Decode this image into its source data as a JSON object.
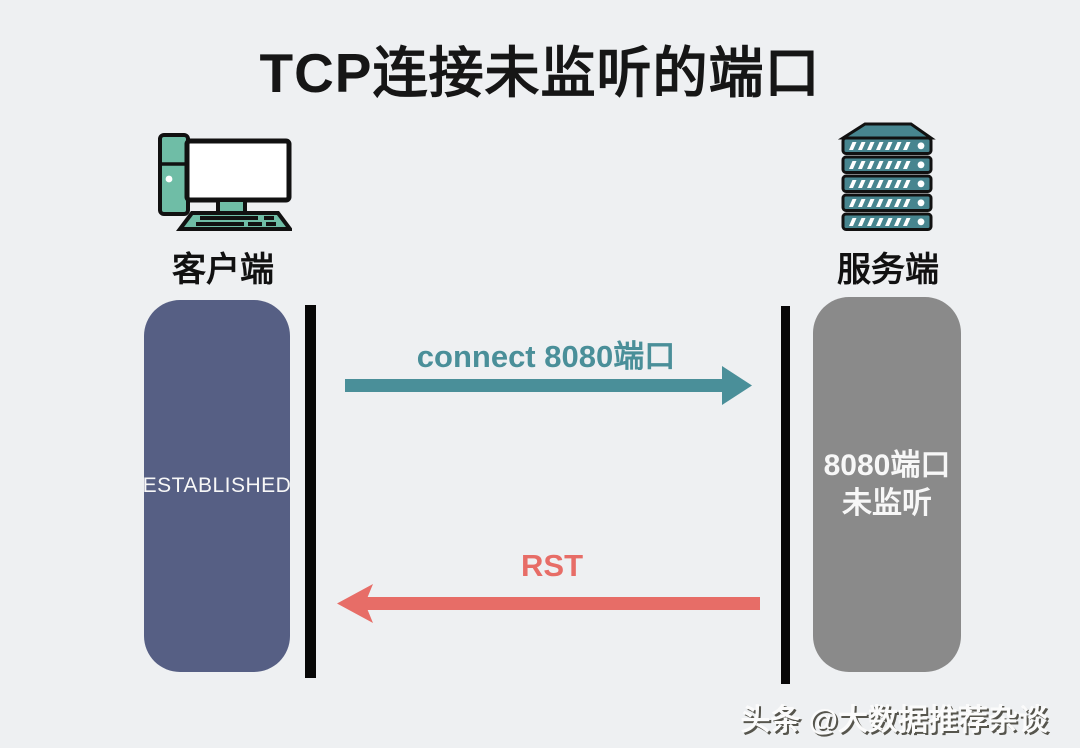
{
  "title": "TCP连接未监听的端口",
  "client": {
    "label": "客户端",
    "state": "ESTABLISHED",
    "box_color": "#565f84"
  },
  "server": {
    "label": "服务端",
    "state_line1": "8080端口",
    "state_line2": "未监听",
    "box_color": "#8a8a8a"
  },
  "messages": {
    "connect": {
      "label": "connect  8080端口",
      "direction": "left-to-right",
      "color": "#4a8f99"
    },
    "rst": {
      "label": "RST",
      "direction": "right-to-left",
      "color": "#e76d67"
    }
  },
  "watermark": {
    "text": "头条 @大数据推荐杂谈"
  },
  "colors": {
    "background": "#eef0f2",
    "lifeline": "#070707",
    "icon_teal_light": "#6fbda6",
    "icon_teal_dark": "#47858f"
  }
}
